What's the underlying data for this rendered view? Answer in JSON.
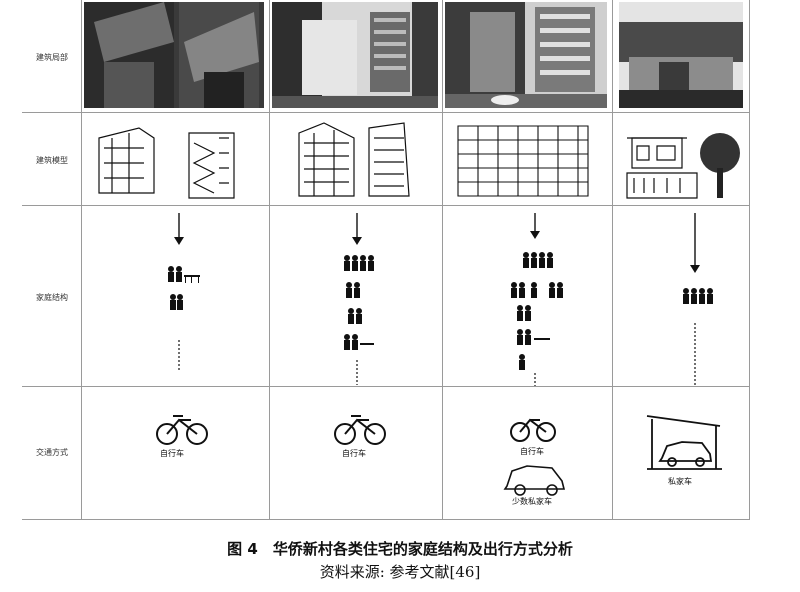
{
  "rows": {
    "facade": "建筑局部",
    "model": "建筑模型",
    "family": "家庭结构",
    "transport": "交通方式"
  },
  "transport_labels": {
    "col1": "自行车",
    "col2": "自行车",
    "col3_a": "自行车",
    "col3_b": "少数私家车",
    "col4": "私家车"
  },
  "caption": "图 4　华侨新村各类住宅的家庭结构及出行方式分析",
  "source": "资料来源: 参考文献[46]"
}
